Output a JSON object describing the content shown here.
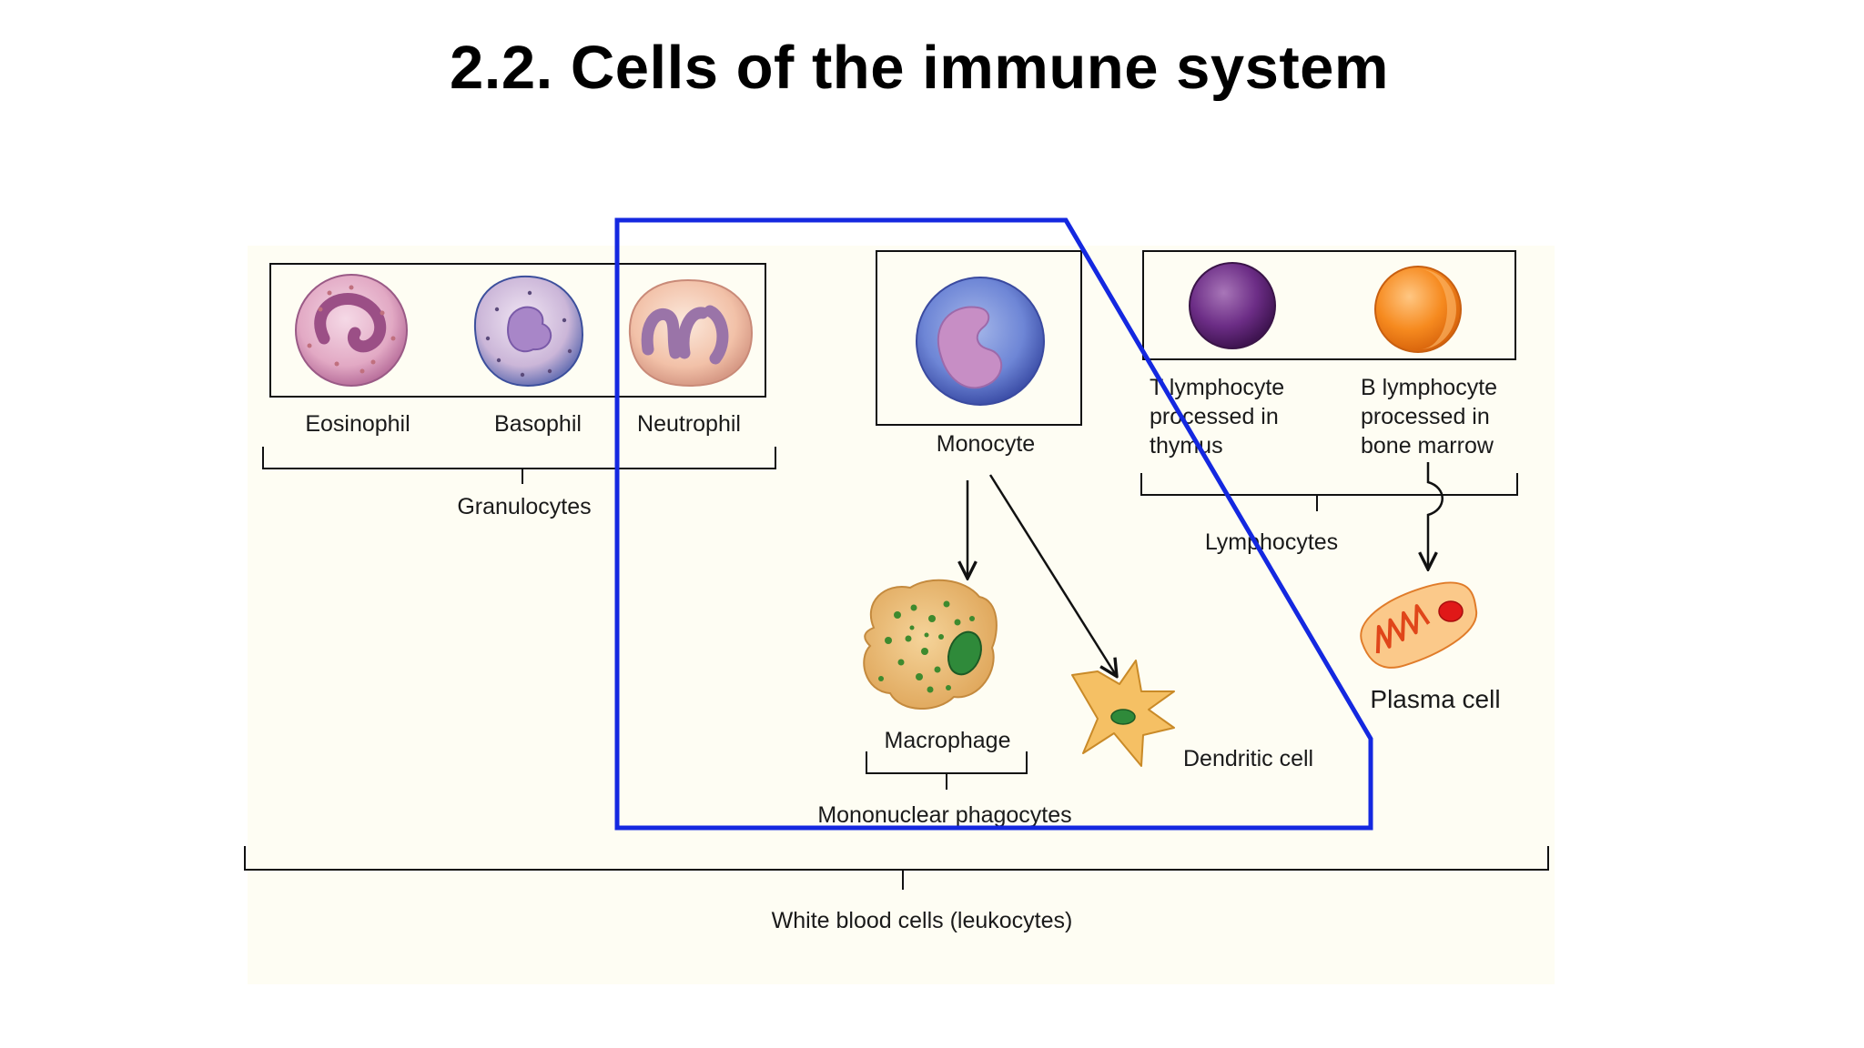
{
  "slide": {
    "title": "2.2. Cells of the immune system"
  },
  "diagram": {
    "granulocytes": {
      "cells": [
        "Eosinophil",
        "Basophil",
        "Neutrophil"
      ],
      "group_label": "Granulocytes"
    },
    "monocyte": {
      "label": "Monocyte",
      "derived": [
        "Macrophage",
        "Dendritic cell"
      ],
      "group_label": "Mononuclear phagocytes"
    },
    "lymphocytes": {
      "t_cell": [
        "T lymphocyte",
        "processed in",
        "thymus"
      ],
      "b_cell": [
        "B lymphocyte",
        "processed in",
        "bone marrow"
      ],
      "group_label": "Lymphocytes",
      "plasma_cell": "Plasma cell"
    },
    "overall_label": "White blood cells (leukocytes)",
    "highlight_color": "#1428e0"
  }
}
